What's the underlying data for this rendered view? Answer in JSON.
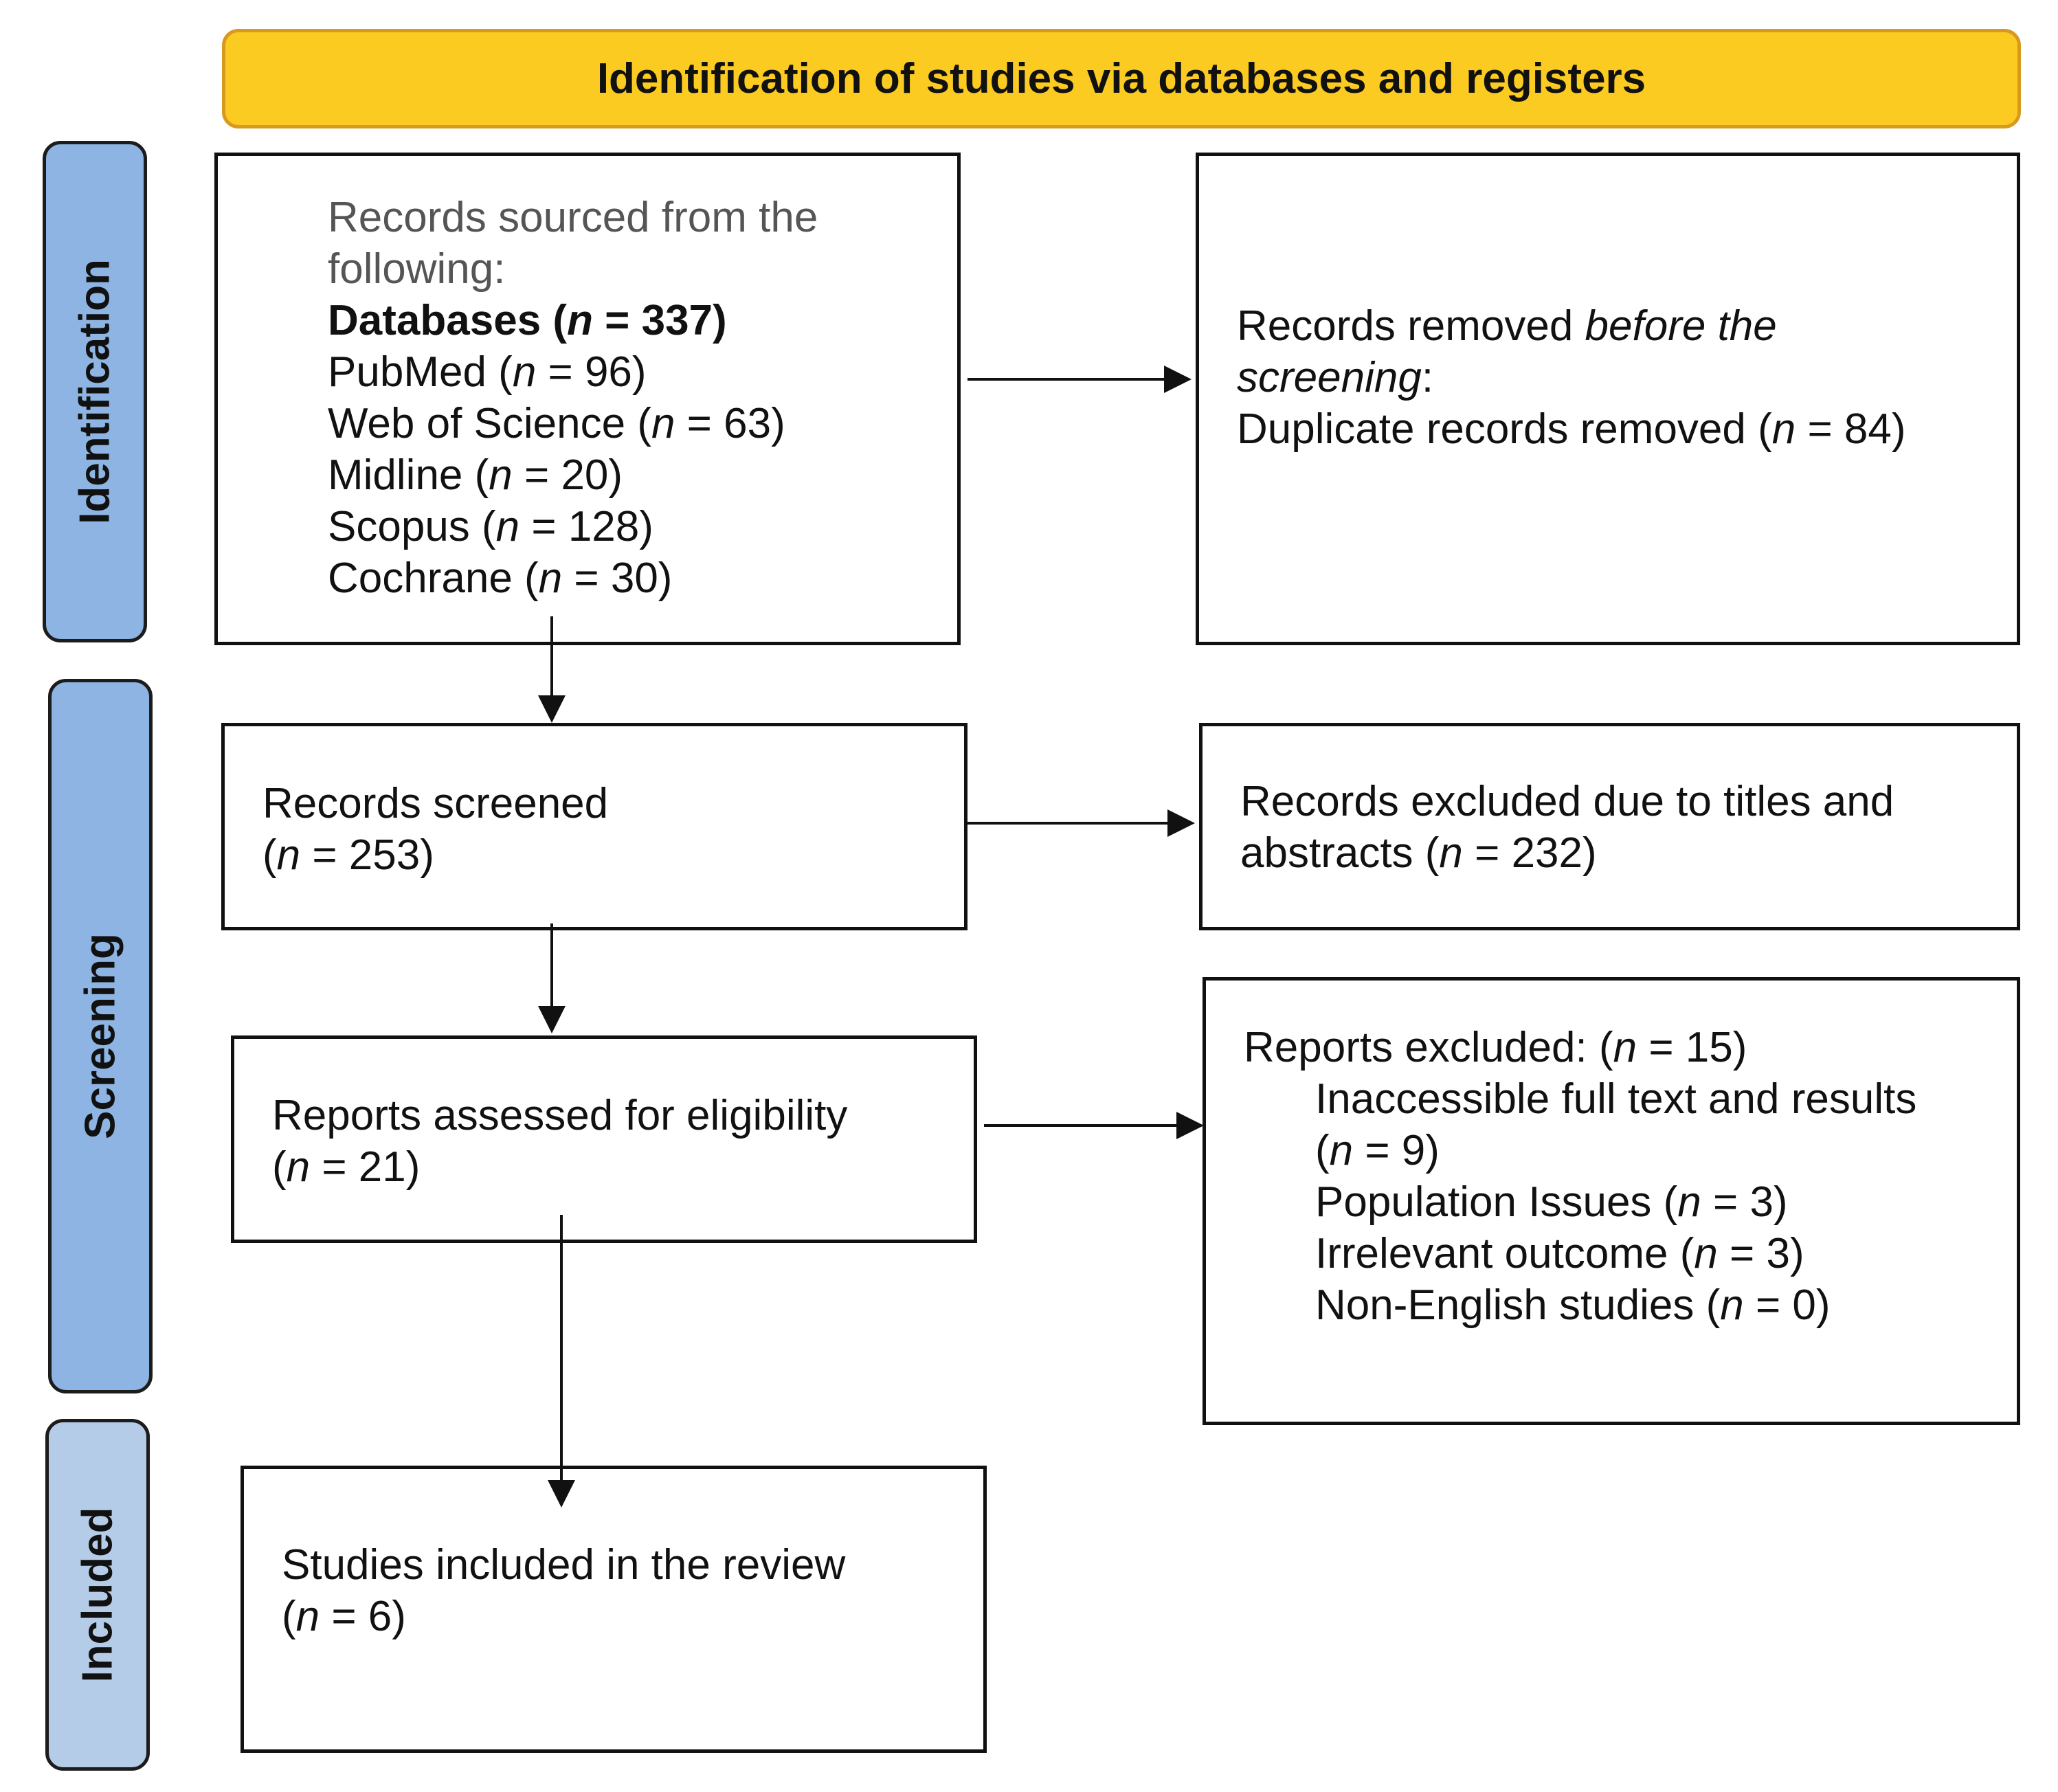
{
  "header": {
    "title": "Identification of studies via databases and registers"
  },
  "phases": {
    "identification": "Identification",
    "screening": "Screening",
    "included": "Included"
  },
  "colors": {
    "banner_fill": "#fbcb22",
    "banner_border": "#d89a1e",
    "phase_identification": "#8db4e2",
    "phase_screening": "#8db4e2",
    "phase_included": "#b4cce8"
  },
  "records_sourced": {
    "intro_1": "Records sourced from the",
    "intro_2": "following:",
    "databases_label": "Databases (",
    "databases_n": "n",
    "databases_value": " = 337)",
    "sources": [
      {
        "name": "PubMed (",
        "n": "n",
        "value": " = 96)"
      },
      {
        "name": "Web of Science (",
        "n": "n",
        "value": " = 63)"
      },
      {
        "name": "Midline (",
        "n": "n",
        "value": " = 20)"
      },
      {
        "name": "Scopus (",
        "n": "n",
        "value": " = 128)"
      },
      {
        "name": "Cochrane (",
        "n": "n",
        "value": " = 30)"
      }
    ]
  },
  "records_removed": {
    "line1_a": "Records removed ",
    "line1_b": "before the",
    "line2_a": "screening",
    "line2_b": ":",
    "line3_a": "Duplicate records removed (",
    "line3_n": "n",
    "line3_b": " = 84)"
  },
  "records_screened": {
    "line1": "Records screened",
    "line2_a": "(",
    "line2_n": "n",
    "line2_b": " = 253)"
  },
  "records_excluded": {
    "line1": "Records excluded due to titles and",
    "line2_a": "abstracts (",
    "line2_n": "n",
    "line2_b": " = 232)"
  },
  "reports_assessed": {
    "line1": "Reports assessed for eligibility",
    "line2_a": "(",
    "line2_n": "n",
    "line2_b": " = 21)"
  },
  "reports_excluded": {
    "header_a": "Reports excluded: (",
    "header_n": "n",
    "header_b": " = 15)",
    "reason1_line1": "Inaccessible full text and results",
    "reason1_line2_a": "(",
    "reason1_line2_n": "n",
    "reason1_line2_b": " = 9)",
    "reason2_a": "Population Issues (",
    "reason2_n": "n",
    "reason2_b": " = 3)",
    "reason3_a": "Irrelevant outcome (",
    "reason3_n": "n",
    "reason3_b": " = 3)",
    "reason4_a": "Non-English studies (",
    "reason4_n": "n",
    "reason4_b": " = 0)"
  },
  "studies_included": {
    "line1": "Studies included in the review",
    "line2_a": "(",
    "line2_n": "n",
    "line2_b": " = 6)"
  }
}
